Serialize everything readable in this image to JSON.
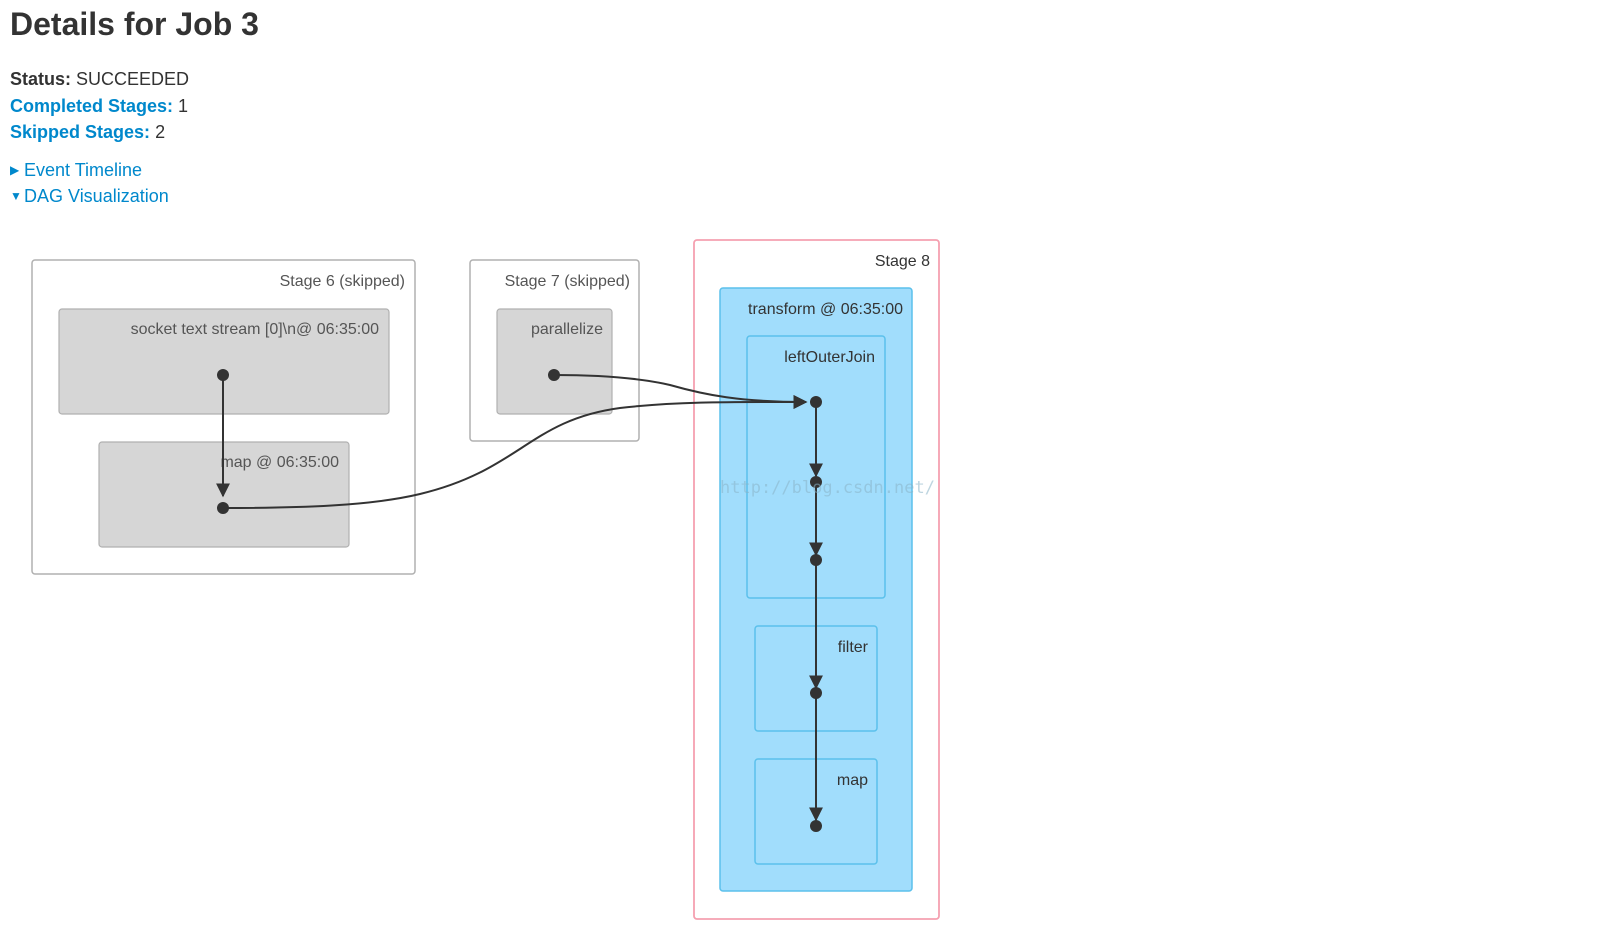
{
  "page": {
    "title": "Details for Job 3"
  },
  "summary": {
    "status_label": "Status:",
    "status_value": "SUCCEEDED",
    "completed_label": "Completed Stages:",
    "completed_value": "1",
    "skipped_label": "Skipped Stages:",
    "skipped_value": "2"
  },
  "toggles": {
    "event_timeline": "Event Timeline",
    "dag_visualization": "DAG Visualization",
    "event_timeline_icon": "triangle-right-icon",
    "dag_visualization_icon": "triangle-down-icon"
  },
  "dag": {
    "stages": {
      "stage6": "Stage 6 (skipped)",
      "stage7": "Stage 7 (skipped)",
      "stage8": "Stage 8"
    },
    "clusters": {
      "socket": "socket text stream [0]\\n@ 06:35:00",
      "map_skipped": "map @ 06:35:00",
      "parallelize": "parallelize",
      "transform": "transform @ 06:35:00",
      "left_outer_join": "leftOuterJoin",
      "filter": "filter",
      "map": "map"
    },
    "watermark": "http://blog.csdn.net/",
    "colors": {
      "skipped_fill": "#d6d6d6",
      "active_fill": "#a1ddfc",
      "active_stroke": "#5bc0eb",
      "stage8_border": "#f5a0b0",
      "link": "#0088cc",
      "edge": "#333333"
    }
  }
}
